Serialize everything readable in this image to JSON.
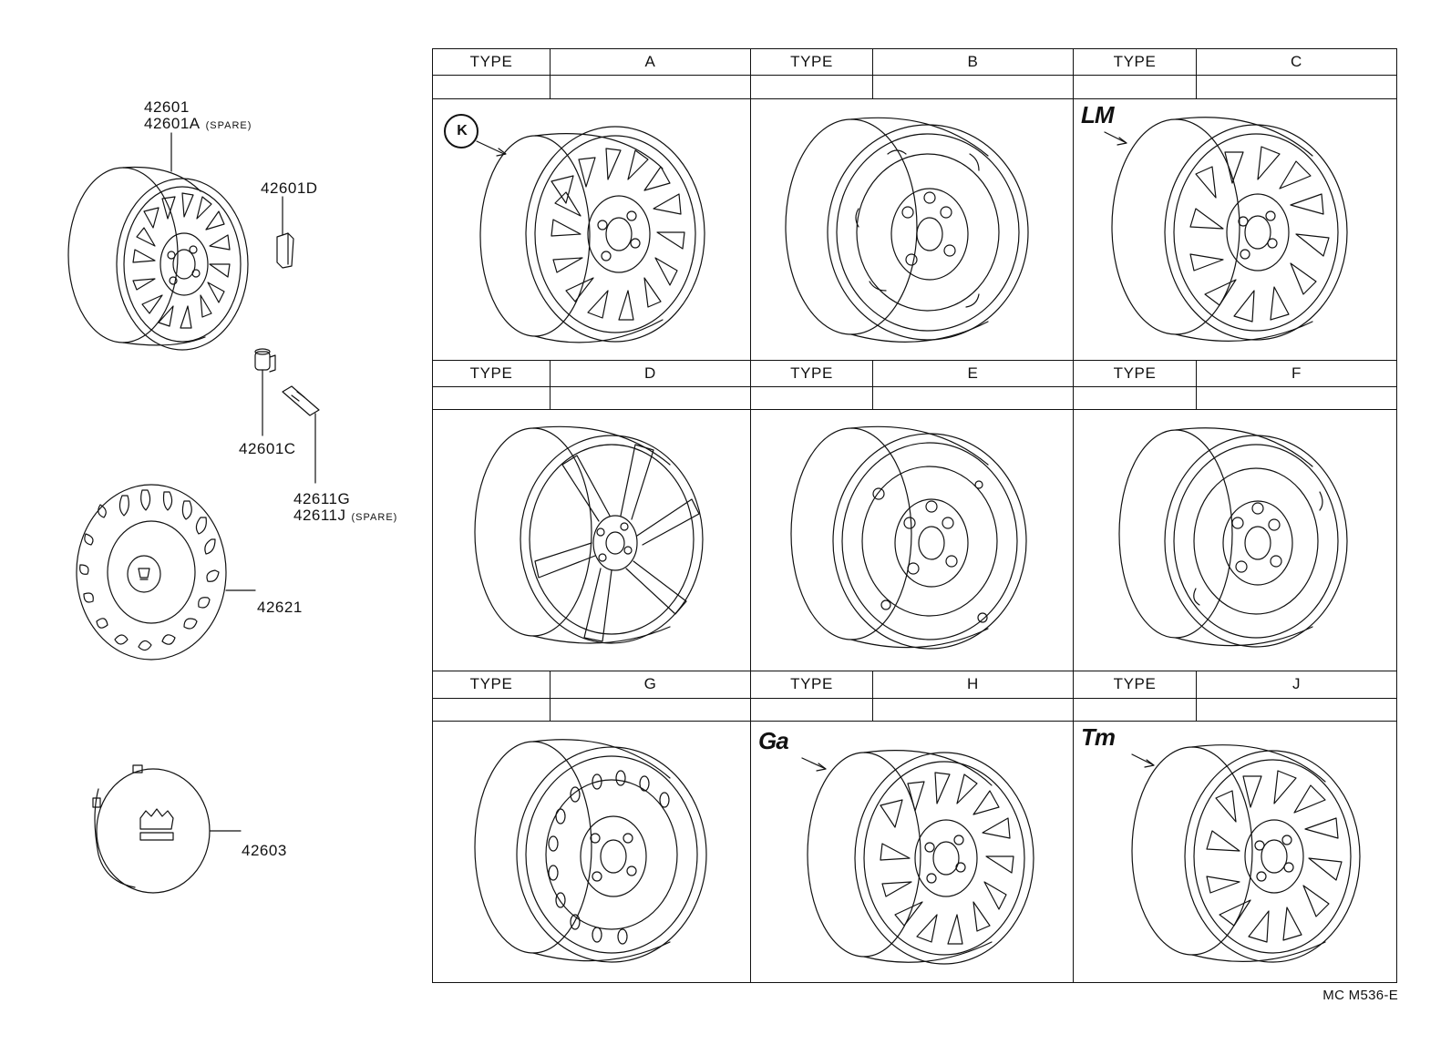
{
  "parts": {
    "wheel_no": "42601",
    "wheel_spare_no": "42601A",
    "spare_tag": "(SPARE)",
    "weight_no": "42601D",
    "nut_no": "42601C",
    "valve_no": "42611G",
    "valve_spare_no": "42611J",
    "wheel_cover_no": "42621",
    "center_cap_no": "42603"
  },
  "grid": {
    "type_label": "TYPE",
    "types": [
      {
        "code": "A",
        "badge": "K",
        "style": "alloy"
      },
      {
        "code": "B",
        "badge": "",
        "style": "steel"
      },
      {
        "code": "C",
        "badge": "LM",
        "style": "alloy"
      },
      {
        "code": "D",
        "badge": "",
        "style": "spoke"
      },
      {
        "code": "E",
        "badge": "",
        "style": "steel"
      },
      {
        "code": "F",
        "badge": "",
        "style": "steel"
      },
      {
        "code": "G",
        "badge": "",
        "style": "steel-holes"
      },
      {
        "code": "H",
        "badge": "Ga",
        "style": "alloy"
      },
      {
        "code": "J",
        "badge": "Tm",
        "style": "alloy"
      }
    ]
  },
  "diagram_code": "MC M536-E"
}
